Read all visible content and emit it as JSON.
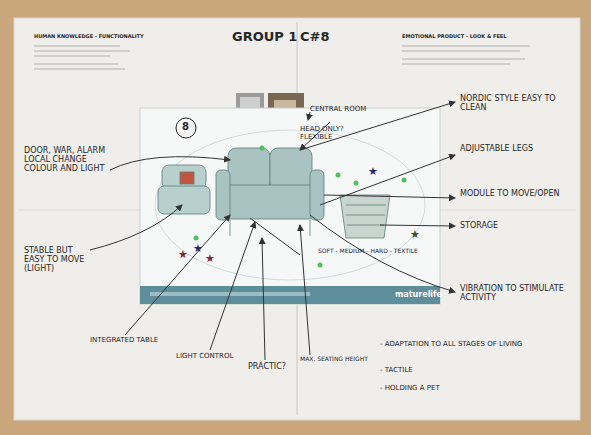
{
  "diagram": {
    "title": "GROUP 1",
    "labels": [
      "C#8",
      "HUMAN KNOWLEDGE - FUNCTIONALITY",
      "EMOTIONAL PRODUCT - LOOK & FEEL",
      "8",
      "CENTRAL ROOM",
      "HEAD ONLY? FLEXIBLE",
      "NORDIC STYLE EASY TO CLEAN",
      "ADJUSTABLE LEGS",
      "MODULE TO MOVE/OPEN",
      "STORAGE",
      "SOFT - MEDIUM - HARD - TEXTILE",
      "VIBRATION TO STIMULATE ACTIVITY",
      "DOOR, WAR, ALARM LOCAL CHANGE COLOUR AND LIGHT",
      "STABLE BUT EASY TO MOVE (LIGHT)",
      "INTEGRATED TABLE",
      "LIGHT CONTROL",
      "PRACTIC?",
      "MAX. SEATING HEIGHT",
      "- ADAPTATION TO ALL STAGES OF LIVING",
      "- TACTILE",
      "- HOLDING A PET",
      "maturelife"
    ]
  }
}
